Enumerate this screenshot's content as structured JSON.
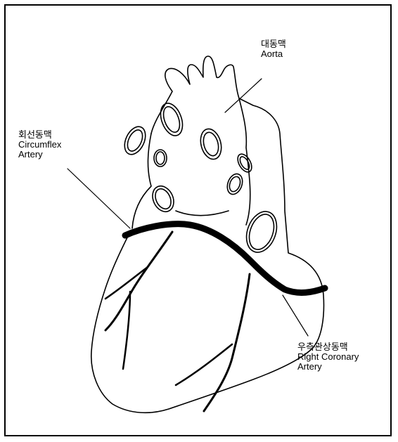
{
  "labels": {
    "aorta": {
      "korean": "대동맥",
      "english": "Aorta"
    },
    "circumflex": {
      "korean": "회선동맥",
      "english_line1": "Circumflex",
      "english_line2": "Artery"
    },
    "right_coronary": {
      "korean": "우측관상동맥",
      "english_line1": "Right Coronary",
      "english_line2": "Artery"
    }
  },
  "colors": {
    "line": "#000000",
    "background": "#ffffff"
  }
}
